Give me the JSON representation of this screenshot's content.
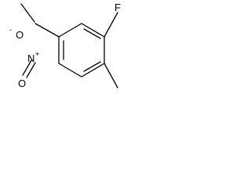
{
  "molecule": {
    "atoms": {
      "fluorine": {
        "label": "F"
      },
      "nitro_nitrogen": {
        "label": "N",
        "charge": "+"
      },
      "nitro_oxygen_single": {
        "label": "O",
        "charge": "-"
      },
      "nitro_oxygen_double": {
        "label": "O"
      }
    },
    "colors": {
      "bond": "#000000",
      "label": "#000000",
      "background": "#ffffff"
    }
  }
}
